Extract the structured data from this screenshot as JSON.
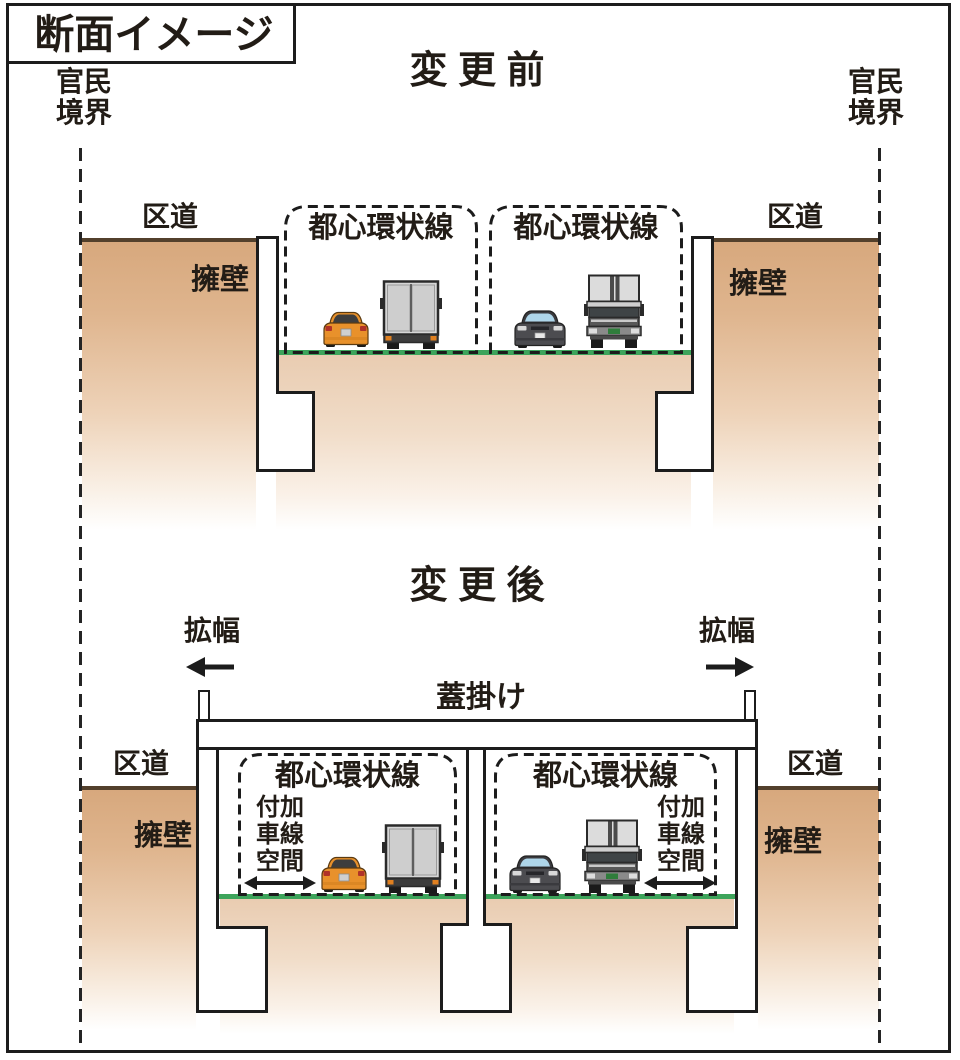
{
  "title": "断面イメージ",
  "sections": {
    "before": {
      "heading": "変 更 前"
    },
    "after": {
      "heading": "変 更 後"
    }
  },
  "labels": {
    "boundary": "官民\n境界",
    "ward_road": "区道",
    "retaining_wall": "擁壁",
    "route": "都心環状線",
    "widening": "拡幅",
    "lid": "蓋掛け",
    "additional_lane": "付加\n車線\n空間"
  },
  "colors": {
    "earth": "#d7a87d",
    "ground_line": "#53402c",
    "road_surface_green": "#3da45b",
    "line_black": "#1c1c1c",
    "car_orange": "#e8912b",
    "truck_gray": "#d6d6d6",
    "windshield_blue": "#aed6ea"
  }
}
